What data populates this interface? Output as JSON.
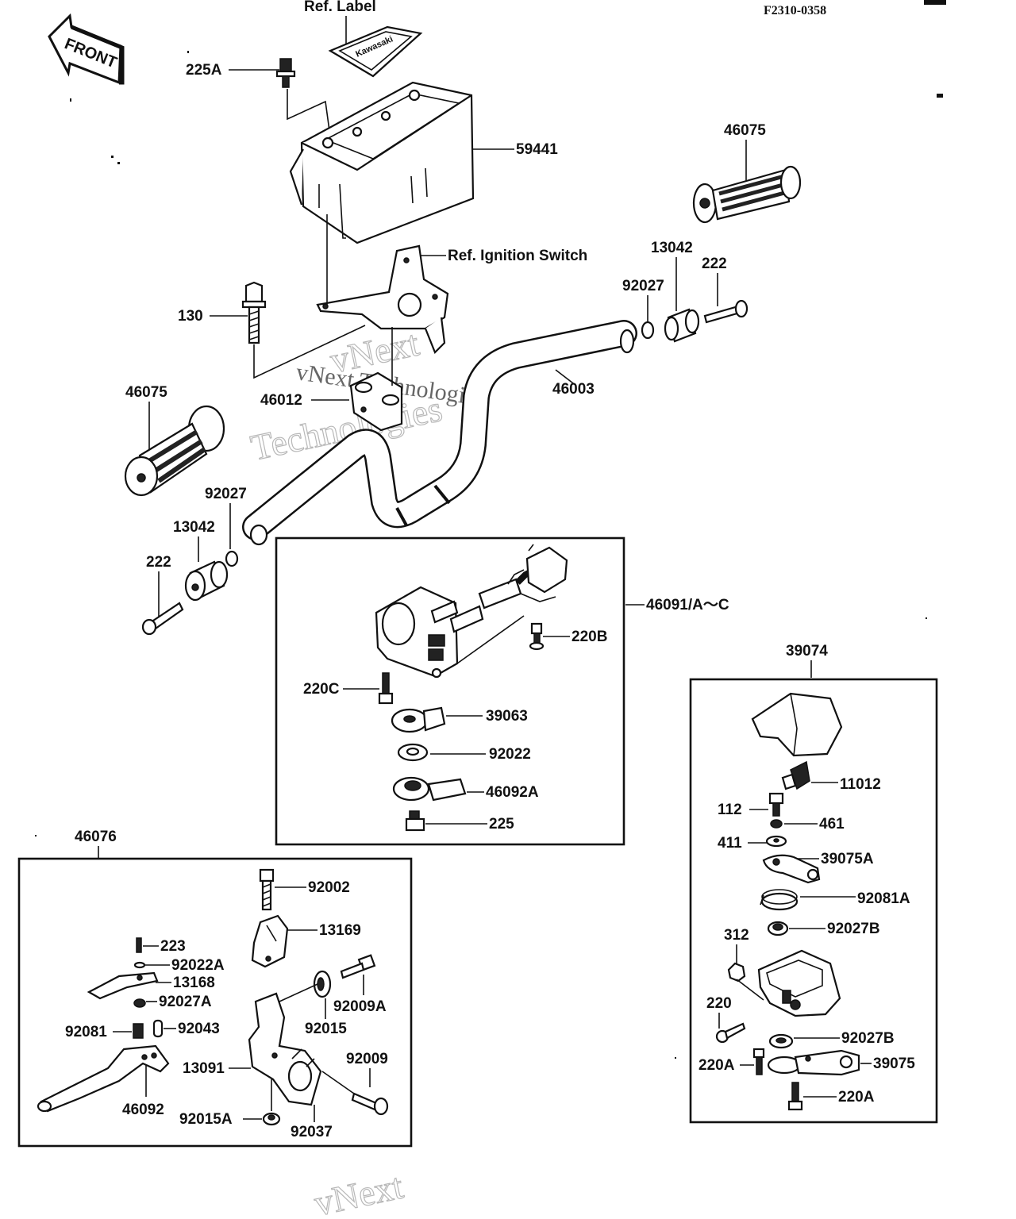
{
  "header": {
    "diagram_code": "F2310-0358",
    "front_label": "FRONT"
  },
  "watermark": {
    "line1": "vNext",
    "line2": "Technologies",
    "inline": "vNext Technologies"
  },
  "labels": {
    "ref_label": "Ref. Label",
    "ref_ignition": "Ref. Ignition Switch",
    "p225A": "225A",
    "p59441": "59441",
    "p46075_r": "46075",
    "p130": "130",
    "p13042_r": "13042",
    "p222_r": "222",
    "p92027_r": "92027",
    "p46003": "46003",
    "p46012": "46012",
    "p46075_l": "46075",
    "p92027_l": "92027",
    "p13042_l": "13042",
    "p222_l": "222",
    "p46091": "46091/A～C",
    "p220B": "220B",
    "p220C": "220C",
    "p39063": "39063",
    "p92022": "92022",
    "p46092A": "46092A",
    "p225": "225",
    "p39074": "39074",
    "p11012": "11012",
    "p112": "112",
    "p461": "461",
    "p411": "411",
    "p39075A": "39075A",
    "p92081A": "92081A",
    "p312": "312",
    "p92027B_a": "92027B",
    "p220": "220",
    "p92027B_b": "92027B",
    "p220A_a": "220A",
    "p39075": "39075",
    "p220A_b": "220A",
    "p46076": "46076",
    "p92002": "92002",
    "p13169": "13169",
    "p223": "223",
    "p92022A": "92022A",
    "p13168": "13168",
    "p92027A": "92027A",
    "p92009A": "92009A",
    "p92081": "92081",
    "p92043": "92043",
    "p92015": "92015",
    "p92009": "92009",
    "p13091": "13091",
    "p46092": "46092",
    "p92015A": "92015A",
    "p92037": "92037"
  }
}
